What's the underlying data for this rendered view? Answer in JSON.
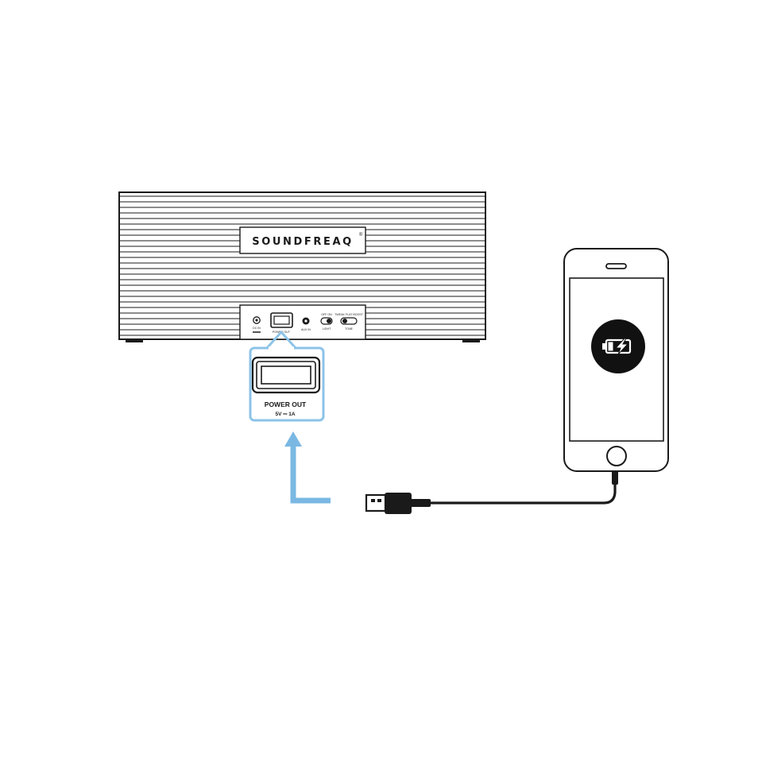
{
  "speaker": {
    "brand": "SOUNDFREAQ",
    "brand_mark": "®",
    "port_labels": {
      "dc_in": "DC IN",
      "usb": "POWER OUT",
      "aux": "AUX IN",
      "switch1_top": "OFF ON",
      "switch1_bottom": "LIGHT",
      "switch2_top": "TWEAK FLAT BOOST",
      "switch2_bottom": "TONE"
    }
  },
  "callout": {
    "title": "POWER OUT",
    "spec": "5V ⎓ 1A"
  },
  "colors": {
    "line": "#1a1a1a",
    "highlight": "#8cc3e8",
    "arrow": "#7ab8e3"
  },
  "phone": {
    "screen_icon": "battery-charging-icon"
  },
  "cable": {
    "connector_icon": "usb-plug-icon"
  }
}
